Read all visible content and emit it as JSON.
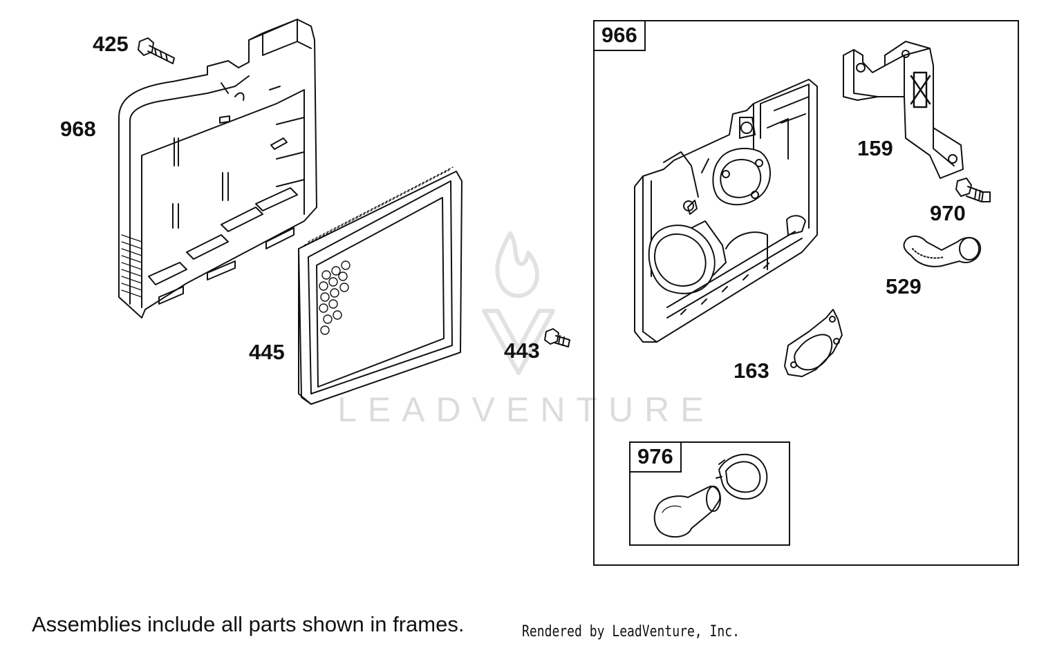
{
  "diagram": {
    "callouts": {
      "p425": "425",
      "p968": "968",
      "p445": "445",
      "p443": "443",
      "p159": "159",
      "p970": "970",
      "p529": "529",
      "p163": "163"
    },
    "frames": {
      "assembly_966": "966",
      "assembly_976": "976"
    },
    "footnote": "Assemblies include all parts shown in frames.",
    "credit": "Rendered by LeadVenture, Inc.",
    "watermark_text": "LEADVENTURE"
  }
}
